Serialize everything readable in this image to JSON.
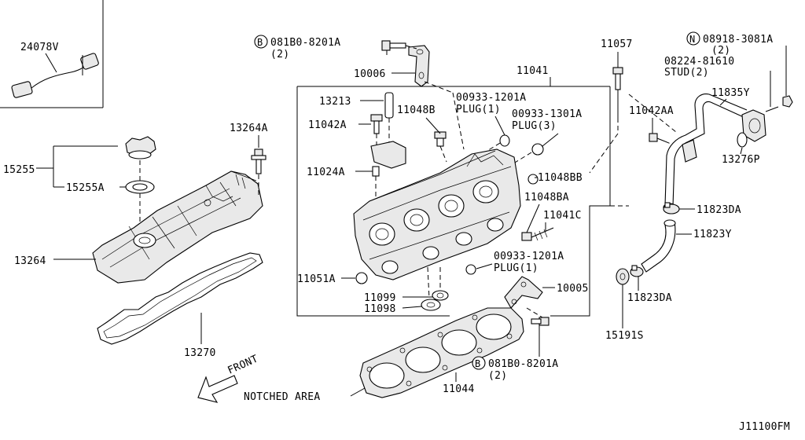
{
  "diagram": {
    "labels": {
      "p24078v": "24078V",
      "p15255": "15255",
      "p15255a": "15255A",
      "p13264a": "13264A",
      "p13264": "13264",
      "p13270": "13270",
      "front": "FRONT",
      "notched": "NOTCHED AREA",
      "b_081b0_top": "081B0-8201A",
      "b_081b0_top_qty": "(2)",
      "p10006": "10006",
      "p11041": "11041",
      "p13213": "13213",
      "p11042a": "11042A",
      "p11048b": "11048B",
      "p00933_1201a_top": "00933-1201A",
      "plug1_top": "PLUG(1)",
      "p00933_1301a": "00933-1301A",
      "plug3": "PLUG(3)",
      "p11024a": "11024A",
      "p11048bb": "11048BB",
      "p11048ba": "11048BA",
      "p11041c": "11041C",
      "p00933_1201a_bot": "00933-1201A",
      "plug1_bot": "PLUG(1)",
      "p11051a": "11051A",
      "p11099": "11099",
      "p11098": "11098",
      "p10005": "10005",
      "b_081b0_bot": "081B0-8201A",
      "b_081b0_bot_qty": "(2)",
      "p11044": "11044",
      "p11057": "11057",
      "n_08918": "08918-3081A",
      "n_08918_qty": "(2)",
      "p08224": "08224-81610",
      "stud": "STUD(2)",
      "p11835y": "11835Y",
      "p11042aa": "11042AA",
      "p13276p": "13276P",
      "p11823da_top": "11823DA",
      "p11823y": "11823Y",
      "p11823da_bot": "11823DA",
      "p15191s": "15191S",
      "figure_code": "J11100FM"
    },
    "symbols": {
      "bolt_b": "B",
      "nut_n": "N"
    }
  }
}
